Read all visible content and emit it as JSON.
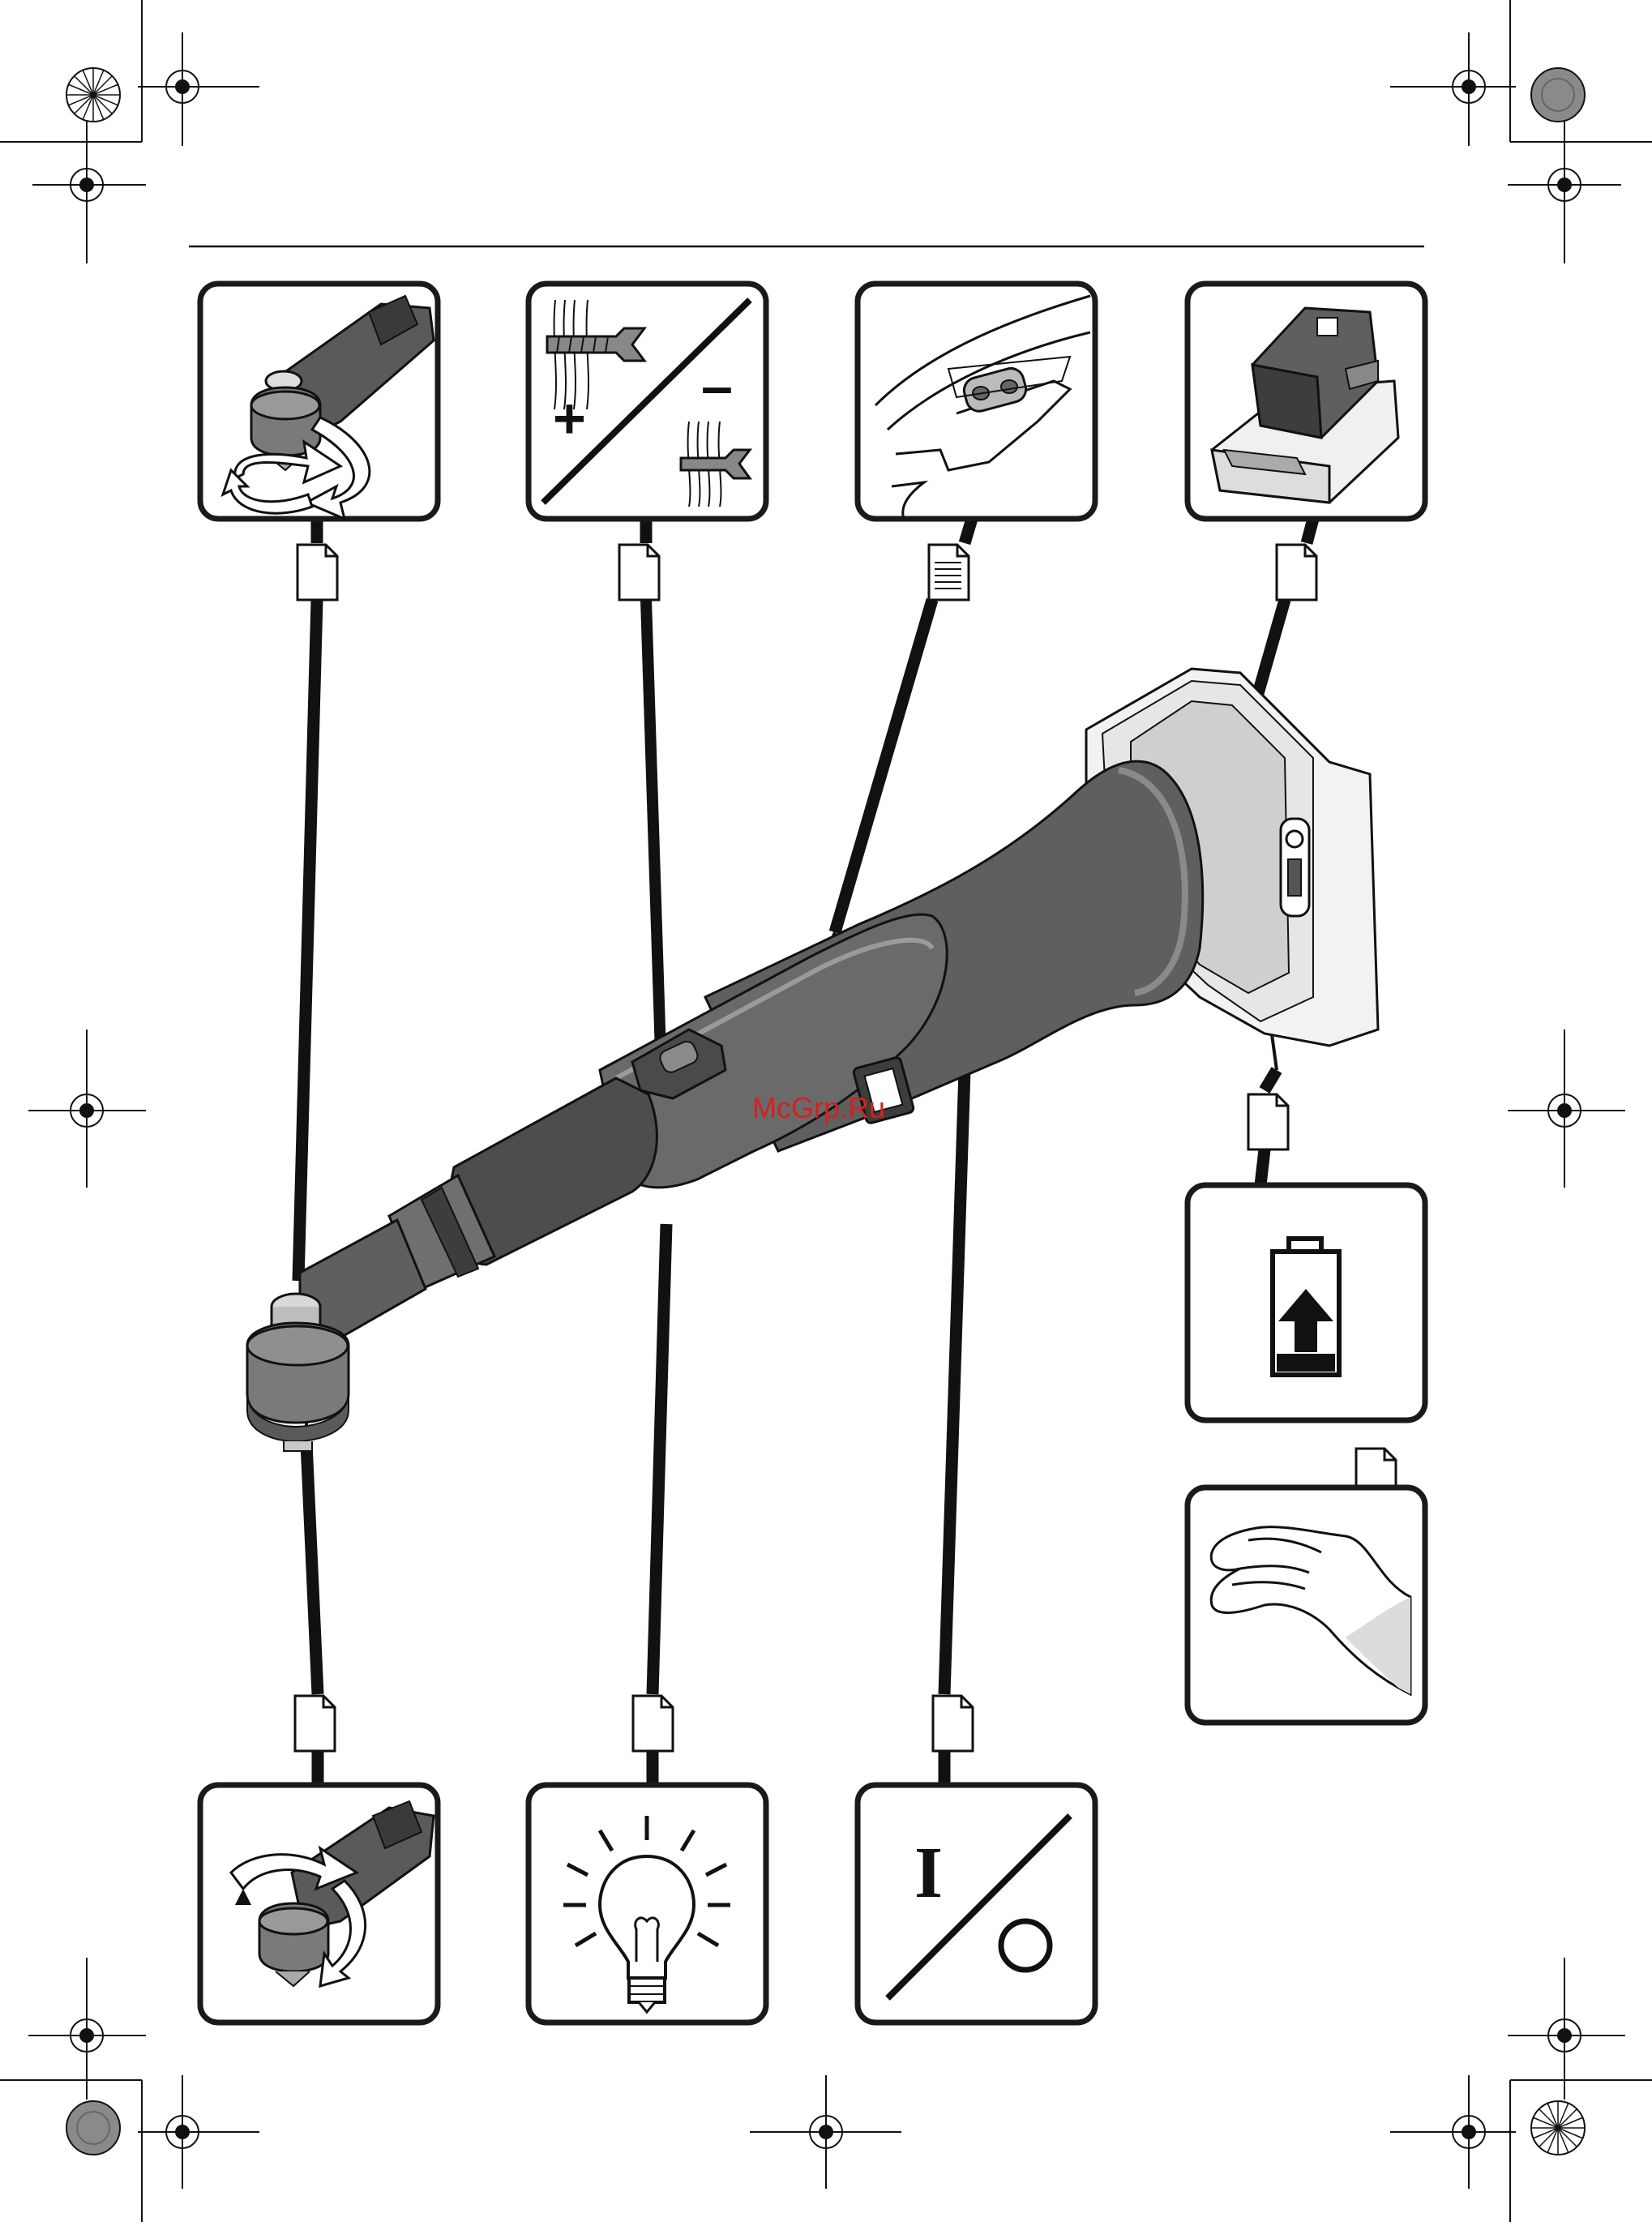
{
  "watermark": {
    "text": "McGrp.Ru"
  },
  "panels": {
    "top": [
      {
        "name": "panel-tool-head-rotation",
        "icon": "angle-head-rotation-icon"
      },
      {
        "name": "panel-torque-setting",
        "icon": "screw-depth-plus-minus-icon",
        "plus": "+",
        "minus": "–"
      },
      {
        "name": "panel-speed-selector",
        "icon": "housing-switch-detail-icon"
      },
      {
        "name": "panel-battery-charger",
        "icon": "battery-charger-icon"
      }
    ],
    "right": [
      {
        "name": "panel-battery-charge-level",
        "icon": "battery-charging-icon"
      },
      {
        "name": "panel-hand-grip",
        "icon": "hand-icon"
      }
    ],
    "bottom": [
      {
        "name": "panel-chuck-change",
        "icon": "chuck-removal-icon"
      },
      {
        "name": "panel-work-light",
        "icon": "light-bulb-icon"
      },
      {
        "name": "panel-on-off-switch",
        "icon": "on-off-icon",
        "on": "I"
      }
    ]
  },
  "colors": {
    "tool_body": "#5f5f5f",
    "tool_dark": "#3d3d3d",
    "tool_light": "#8a8a8a",
    "battery": "#f2f2f2",
    "line": "#111111",
    "watermark": "#d42020"
  }
}
